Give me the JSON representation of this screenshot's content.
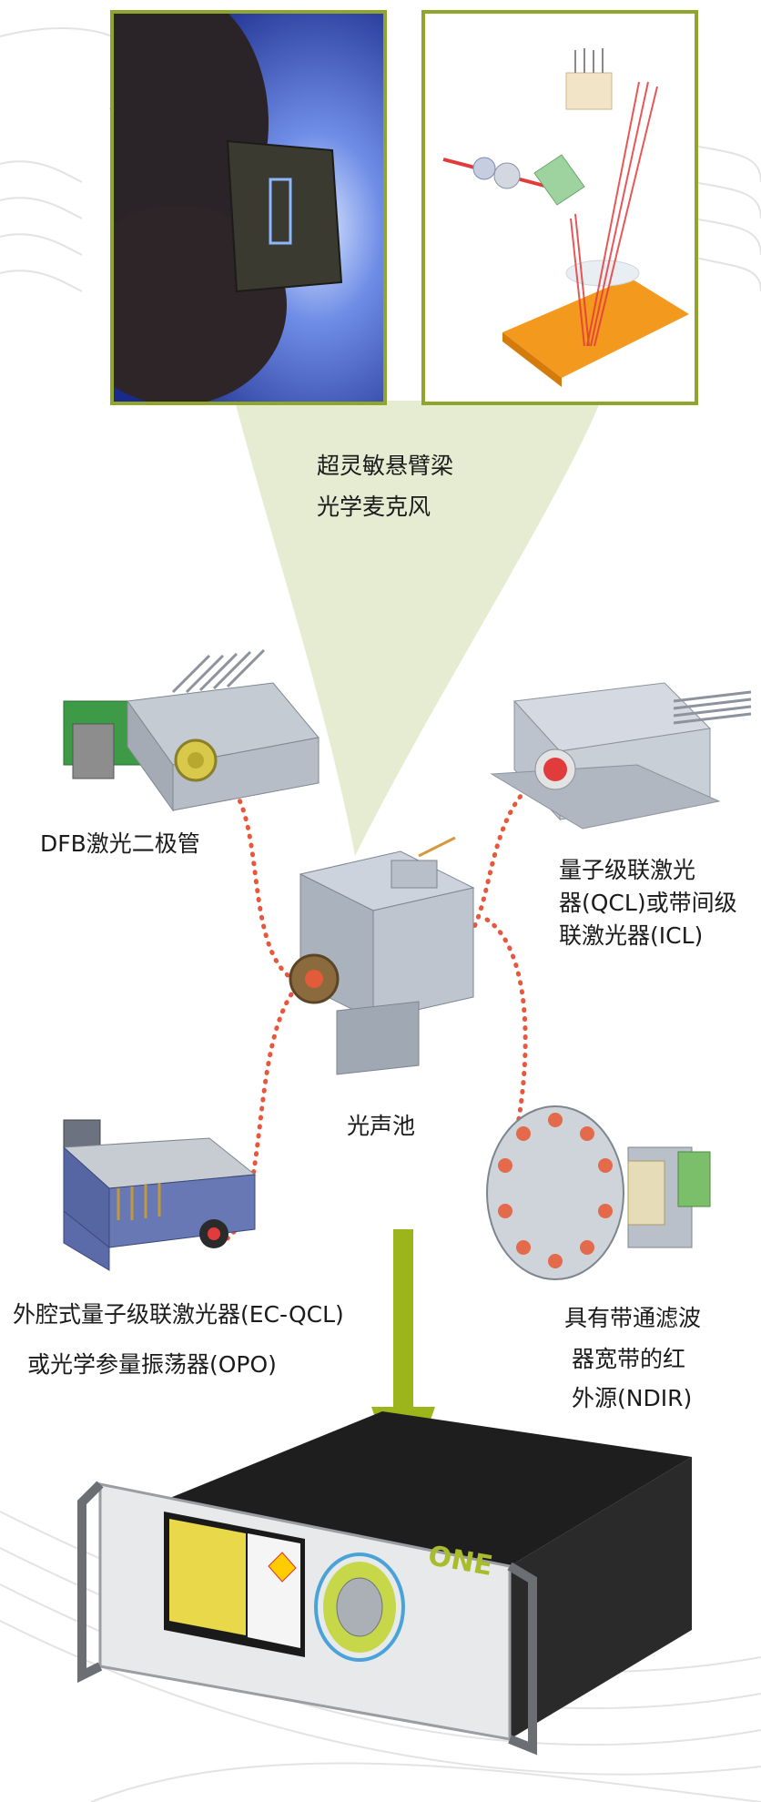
{
  "labels": {
    "microphone_line1": "超灵敏悬臂梁",
    "microphone_line2": "光学麦克风",
    "dfb": "DFB激光二极管",
    "qcl_line1": "量子级联激光",
    "qcl_line2": "器(QCL)或带间级",
    "qcl_line3": "联激光器(ICL)",
    "cell": "光声池",
    "ecqcl_line1": "外腔式量子级联激光器(EC-QCL)",
    "ecqcl_line2": "或光学参量振荡器(OPO)",
    "ndir_line1": "具有带通滤波",
    "ndir_line2": "器宽带的红",
    "ndir_line3": "外源(NDIR)"
  },
  "instrument": {
    "brand": "ONE"
  },
  "colors": {
    "frame_green": "#8fa52c",
    "arrow_green": "#9cb51a",
    "cone_fill": "#e5ecd2",
    "dotted_line": "#e8563c",
    "component_gray": "#aeb8c6",
    "panel_screen": "#e8d84a"
  }
}
